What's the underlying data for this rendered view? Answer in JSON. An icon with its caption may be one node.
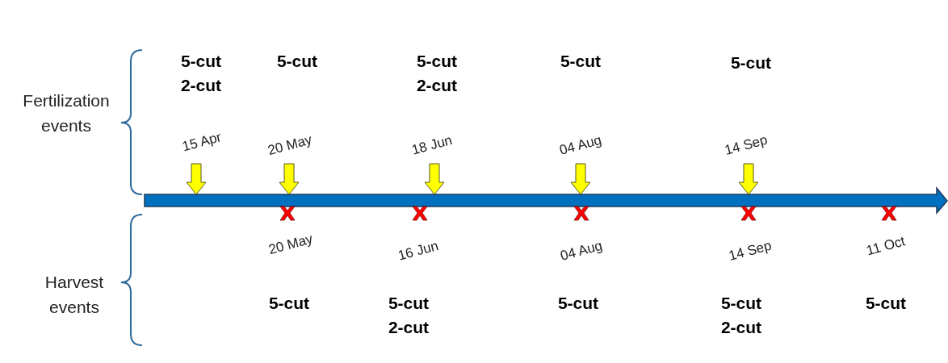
{
  "diagram": {
    "labels": [
      "Fertilization events",
      "5-cut",
      "2-cut",
      "5-cut",
      "5-cut",
      "2-cut",
      "5-cut",
      "5-cut",
      "15 Apr",
      "20 May",
      "18 Jun",
      "04 Aug",
      "14 Sep",
      "Harvest events",
      "20 May",
      "16 Jun",
      "04 Aug",
      "14 Sep",
      "11 Oct",
      "5-cut",
      "5-cut",
      "2-cut",
      "5-cut",
      "5-cut",
      "2-cut",
      "5-cut"
    ]
  }
}
